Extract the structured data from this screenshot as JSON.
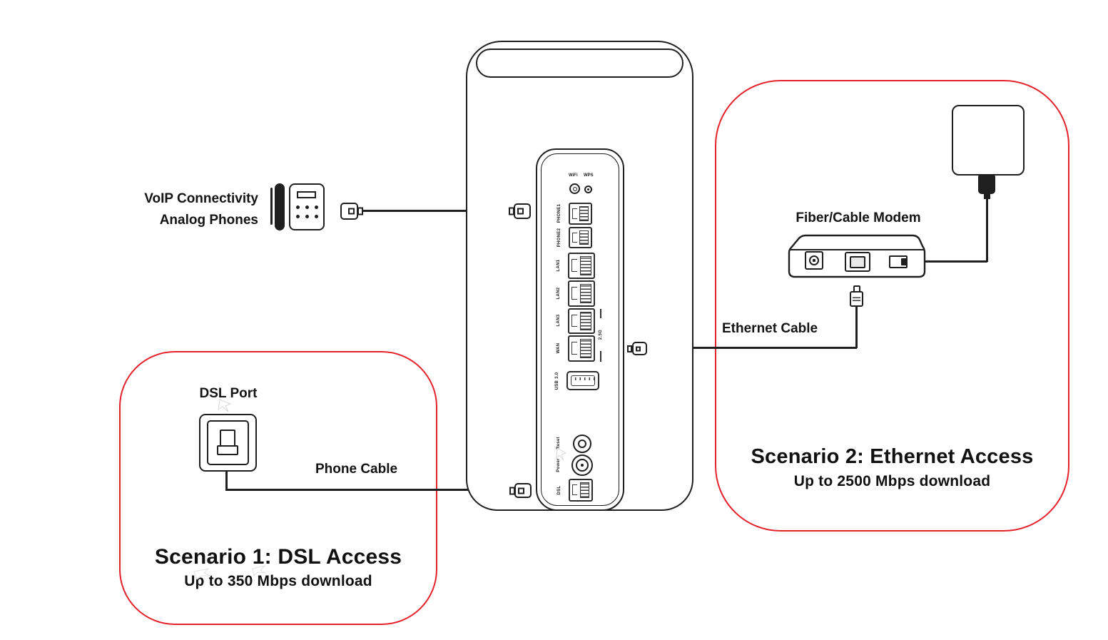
{
  "colors": {
    "line": "#1f1f1f",
    "accent_red": "#e4222b",
    "background": "#ffffff"
  },
  "voip": {
    "line1": "VoIP Connectivity",
    "line2": "Analog Phones"
  },
  "router_panel": {
    "buttons": {
      "wifi": "WiFi",
      "wps": "WPS"
    },
    "port_labels": {
      "phone1": "PHONE1",
      "phone2": "PHONE2",
      "lan1": "LAN1",
      "lan2": "LAN2",
      "lan3": "LAN3",
      "wan": "WAN",
      "speed_bracket": "2.5G",
      "usb": "USB 3.0",
      "reset": "Reset",
      "power": "Power",
      "dsl": "DSL"
    }
  },
  "scenario1": {
    "title": "Scenario 1: DSL Access",
    "subtitle": "Up to 350 Mbps download",
    "dsl_port_label": "DSL Port",
    "phone_cable_label": "Phone Cable"
  },
  "scenario2": {
    "title": "Scenario 2: Ethernet Access",
    "subtitle": "Up to 2500 Mbps download",
    "modem_label": "Fiber/Cable Modem",
    "ethernet_cable_label": "Ethernet Cable"
  }
}
